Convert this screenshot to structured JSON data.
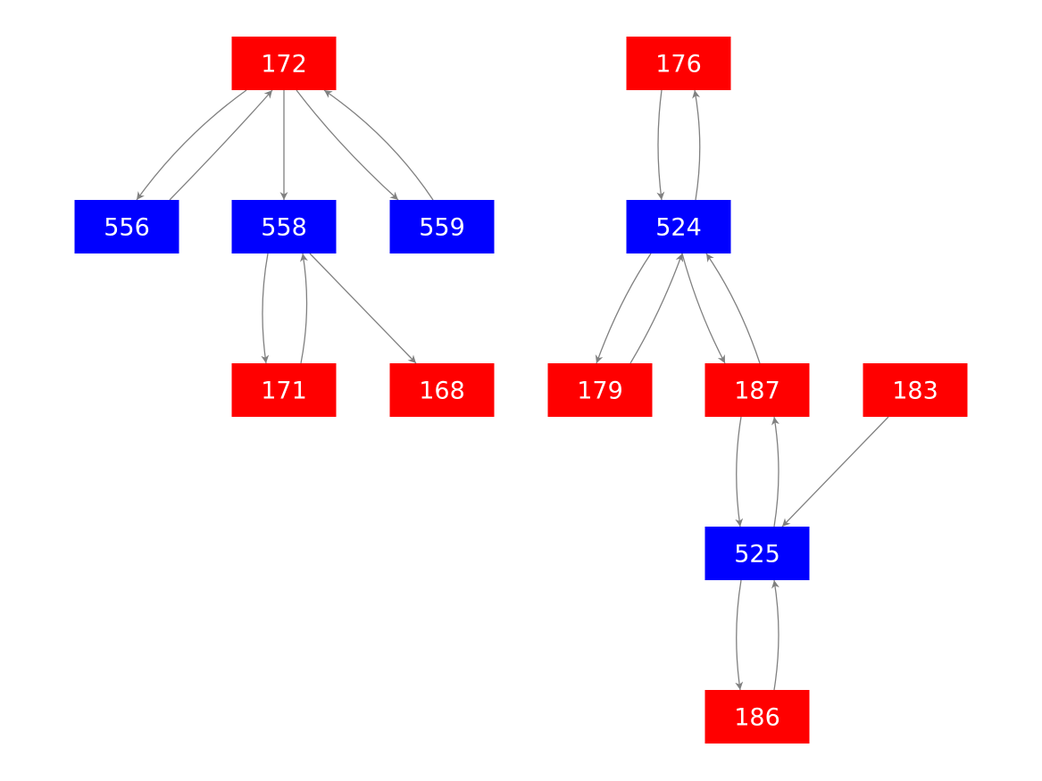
{
  "colors": {
    "red_node": "#ff0000",
    "blue_node": "#0000ff",
    "edge": "#808080",
    "label": "#ffffff",
    "background": "#ffffff"
  },
  "nodes": [
    {
      "id": "172",
      "label": "172",
      "kind": "red"
    },
    {
      "id": "556",
      "label": "556",
      "kind": "blue"
    },
    {
      "id": "558",
      "label": "558",
      "kind": "blue"
    },
    {
      "id": "559",
      "label": "559",
      "kind": "blue"
    },
    {
      "id": "171",
      "label": "171",
      "kind": "red"
    },
    {
      "id": "168",
      "label": "168",
      "kind": "red"
    },
    {
      "id": "176",
      "label": "176",
      "kind": "red"
    },
    {
      "id": "524",
      "label": "524",
      "kind": "blue"
    },
    {
      "id": "179",
      "label": "179",
      "kind": "red"
    },
    {
      "id": "187",
      "label": "187",
      "kind": "red"
    },
    {
      "id": "183",
      "label": "183",
      "kind": "red"
    },
    {
      "id": "525",
      "label": "525",
      "kind": "blue"
    },
    {
      "id": "186",
      "label": "186",
      "kind": "red"
    }
  ],
  "edges": [
    {
      "from": "172",
      "to": "556"
    },
    {
      "from": "556",
      "to": "172"
    },
    {
      "from": "172",
      "to": "558"
    },
    {
      "from": "172",
      "to": "559"
    },
    {
      "from": "559",
      "to": "172"
    },
    {
      "from": "558",
      "to": "171"
    },
    {
      "from": "171",
      "to": "558"
    },
    {
      "from": "558",
      "to": "168"
    },
    {
      "from": "176",
      "to": "524"
    },
    {
      "from": "524",
      "to": "176"
    },
    {
      "from": "524",
      "to": "179"
    },
    {
      "from": "179",
      "to": "524"
    },
    {
      "from": "524",
      "to": "187"
    },
    {
      "from": "187",
      "to": "524"
    },
    {
      "from": "187",
      "to": "525"
    },
    {
      "from": "525",
      "to": "187"
    },
    {
      "from": "183",
      "to": "525"
    },
    {
      "from": "525",
      "to": "186"
    },
    {
      "from": "186",
      "to": "525"
    }
  ]
}
